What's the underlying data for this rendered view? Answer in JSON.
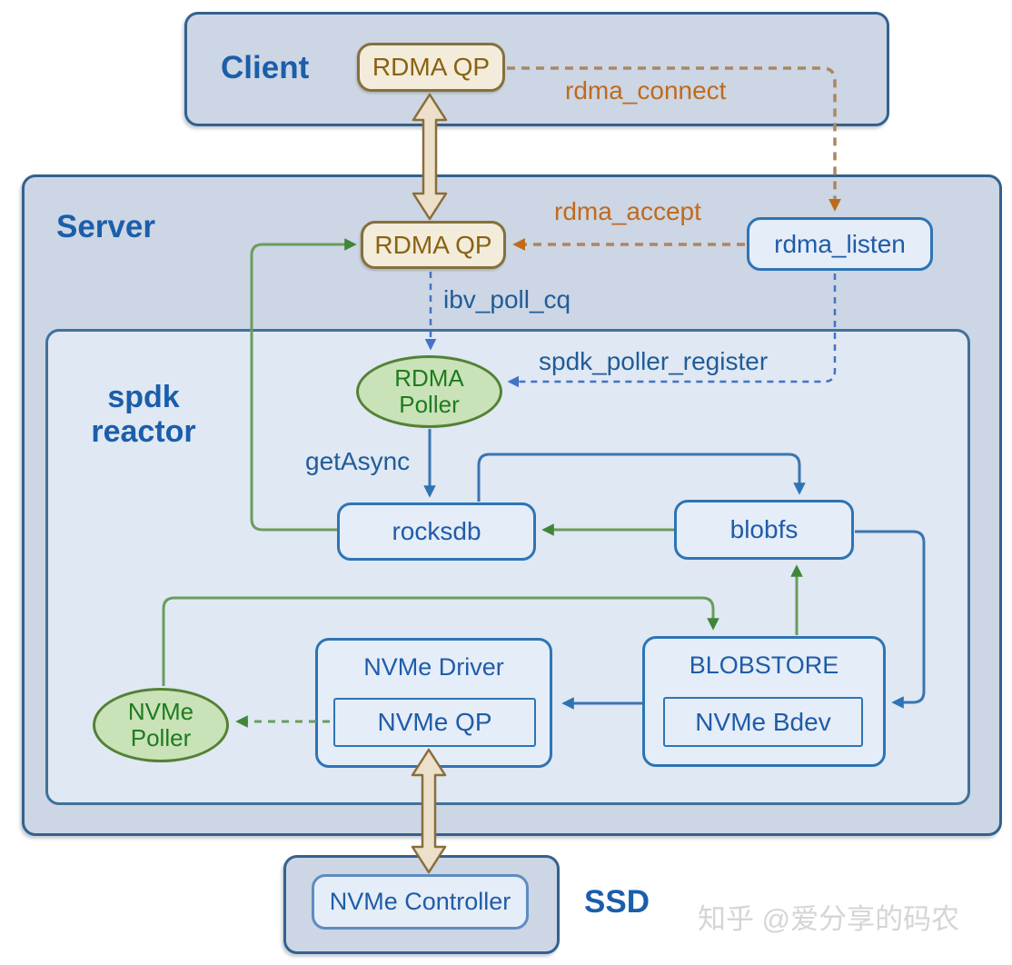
{
  "diagram": {
    "client": {
      "title": "Client",
      "rdma_qp": "RDMA QP"
    },
    "server": {
      "title": "Server",
      "rdma_qp": "RDMA QP",
      "rdma_listen": "rdma_listen"
    },
    "reactor": {
      "title_line1": "spdk",
      "title_line2": "reactor",
      "rdma_poller": {
        "line1": "RDMA",
        "line2": "Poller"
      },
      "nvme_poller": {
        "line1": "NVMe",
        "line2": "Poller"
      },
      "rocksdb": "rocksdb",
      "blobfs": "blobfs",
      "nvme_driver": "NVMe Driver",
      "nvme_qp": "NVMe QP",
      "blobstore": "BLOBSTORE",
      "nvme_bdev": "NVMe Bdev"
    },
    "ssd": {
      "title": "SSD",
      "nvme_controller": "NVMe Controller"
    },
    "edge_labels": {
      "rdma_connect": "rdma_connect",
      "rdma_accept": "rdma_accept",
      "ibv_poll_cq": "ibv_poll_cq",
      "spdk_poller_register": "spdk_poller_register",
      "get_async": "getAsync"
    },
    "connections": [
      {
        "from": "client.rdma_qp",
        "to": "server.rdma_listen",
        "label": "rdma_connect",
        "style": "dashed-brown"
      },
      {
        "from": "server.rdma_listen",
        "to": "server.rdma_qp",
        "label": "rdma_accept",
        "style": "dashed-brown"
      },
      {
        "from": "client.rdma_qp",
        "to": "server.rdma_qp",
        "label": "",
        "style": "thick-tan-bidirectional"
      },
      {
        "from": "server.rdma_qp",
        "to": "reactor.rdma_poller",
        "label": "ibv_poll_cq",
        "style": "dashed-blue"
      },
      {
        "from": "server.rdma_listen",
        "to": "reactor.rdma_poller",
        "label": "spdk_poller_register",
        "style": "dashed-blue"
      },
      {
        "from": "reactor.rdma_poller",
        "to": "reactor.rocksdb",
        "label": "getAsync",
        "style": "solid-blue"
      },
      {
        "from": "reactor.rocksdb",
        "to": "reactor.blobfs",
        "label": "",
        "style": "solid-blue"
      },
      {
        "from": "reactor.blobfs",
        "to": "reactor.rocksdb",
        "label": "",
        "style": "solid-green"
      },
      {
        "from": "reactor.rocksdb",
        "to": "server.rdma_qp",
        "label": "",
        "style": "solid-green"
      },
      {
        "from": "reactor.blobfs",
        "to": "reactor.blobstore",
        "label": "",
        "style": "solid-blue"
      },
      {
        "from": "reactor.blobstore",
        "to": "reactor.blobfs",
        "label": "",
        "style": "solid-green"
      },
      {
        "from": "reactor.blobstore",
        "to": "reactor.nvme_driver",
        "label": "",
        "style": "solid-blue"
      },
      {
        "from": "reactor.nvme_qp",
        "to": "reactor.nvme_poller",
        "label": "",
        "style": "dashed-green"
      },
      {
        "from": "reactor.nvme_poller",
        "to": "reactor.blobstore",
        "label": "",
        "style": "solid-green"
      },
      {
        "from": "reactor.nvme_qp",
        "to": "ssd.nvme_controller",
        "label": "",
        "style": "thick-tan-bidirectional"
      }
    ],
    "watermark": "知乎 @爱分享的码农",
    "colors": {
      "container_fill": "#ccd6e4",
      "container_border": "#34618e",
      "reactor_fill": "#dfe8f3",
      "node_fill": "#e5edf8",
      "node_border": "#2e74b5",
      "node_text": "#1f5ca8",
      "tan_fill": "#f3ecda",
      "tan_border": "#84703e",
      "tan_text": "#8a6213",
      "green_fill": "#c9e2b8",
      "green_border": "#538135",
      "green_text": "#1e7c1e",
      "green_line": "#6b9c5c",
      "blue_line": "#3c74b3",
      "blue_dash": "#4472c4",
      "brown_dash": "#ad8660",
      "orange_label": "#c06a1d",
      "blue_label": "#215c98"
    }
  }
}
